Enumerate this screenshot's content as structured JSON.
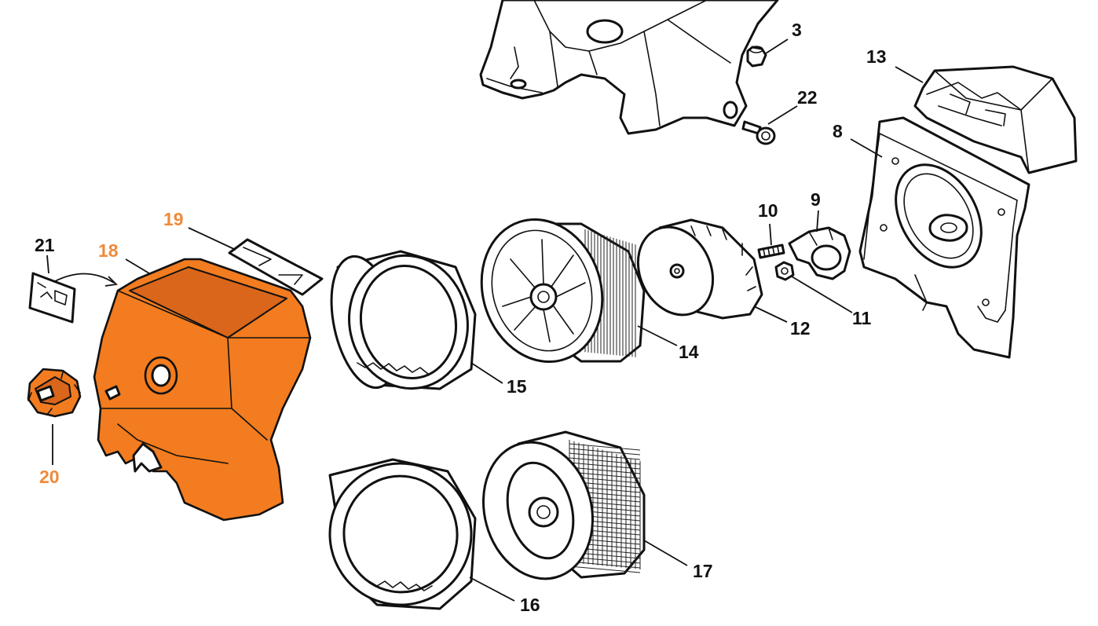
{
  "diagram": {
    "highlight_color": "#ef8a3a",
    "part_color": "#f27c1f",
    "callouts": [
      {
        "id": "3",
        "label": "3",
        "highlighted": false
      },
      {
        "id": "22",
        "label": "22",
        "highlighted": false
      },
      {
        "id": "13",
        "label": "13",
        "highlighted": false
      },
      {
        "id": "8",
        "label": "8",
        "highlighted": false
      },
      {
        "id": "10",
        "label": "10",
        "highlighted": false
      },
      {
        "id": "9",
        "label": "9",
        "highlighted": false
      },
      {
        "id": "11",
        "label": "11",
        "highlighted": false
      },
      {
        "id": "12",
        "label": "12",
        "highlighted": false
      },
      {
        "id": "14",
        "label": "14",
        "highlighted": false
      },
      {
        "id": "15",
        "label": "15",
        "highlighted": false
      },
      {
        "id": "16",
        "label": "16",
        "highlighted": false
      },
      {
        "id": "17",
        "label": "17",
        "highlighted": false
      },
      {
        "id": "19",
        "label": "19",
        "highlighted": true
      },
      {
        "id": "18",
        "label": "18",
        "highlighted": true
      },
      {
        "id": "21",
        "label": "21",
        "highlighted": false
      },
      {
        "id": "20",
        "label": "20",
        "highlighted": true
      }
    ]
  }
}
